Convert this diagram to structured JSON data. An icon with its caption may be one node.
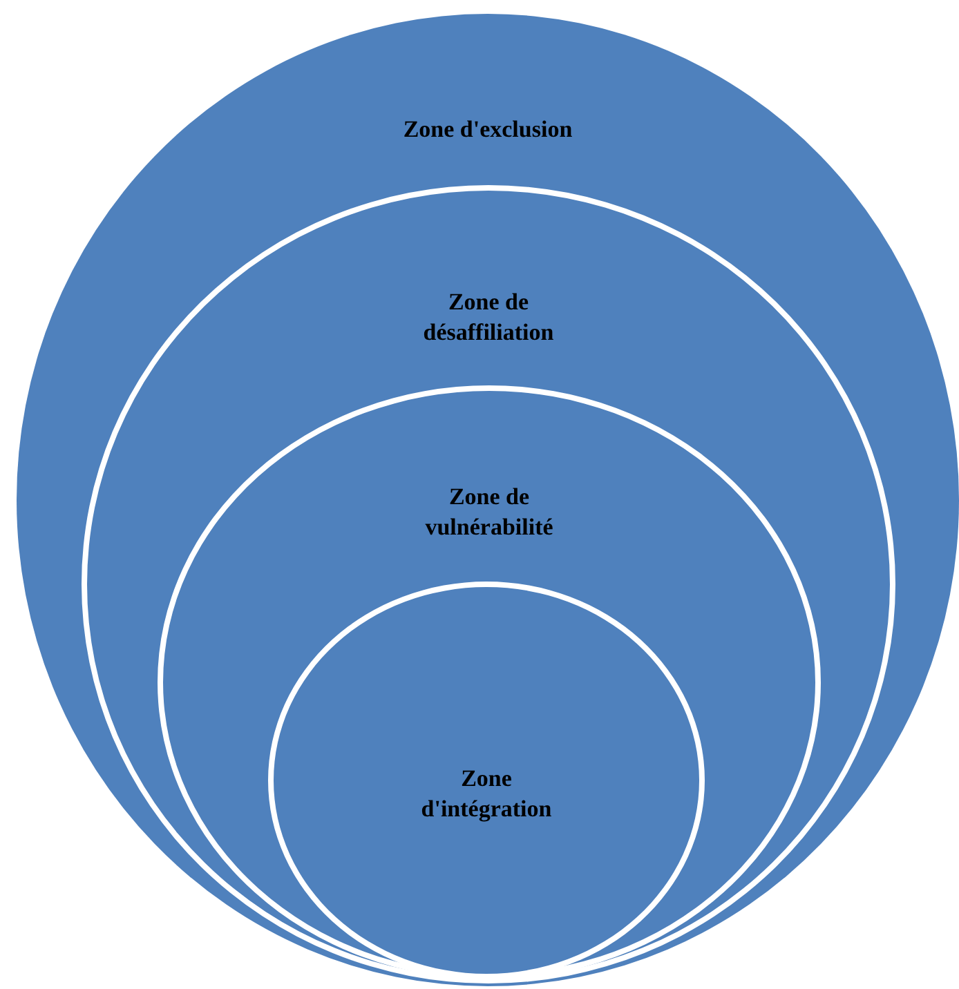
{
  "diagram": {
    "nodes": [
      {
        "text": [
          "Zone d'exclusion"
        ]
      },
      {
        "text": [
          "Zone de désaffiliation"
        ],
        "in": 0
      },
      {
        "text": [
          "Zone de vulnérabilité"
        ],
        "in": 1
      },
      {
        "text": [
          "Zone d'intégration"
        ],
        "in": 2
      }
    ]
  }
}
